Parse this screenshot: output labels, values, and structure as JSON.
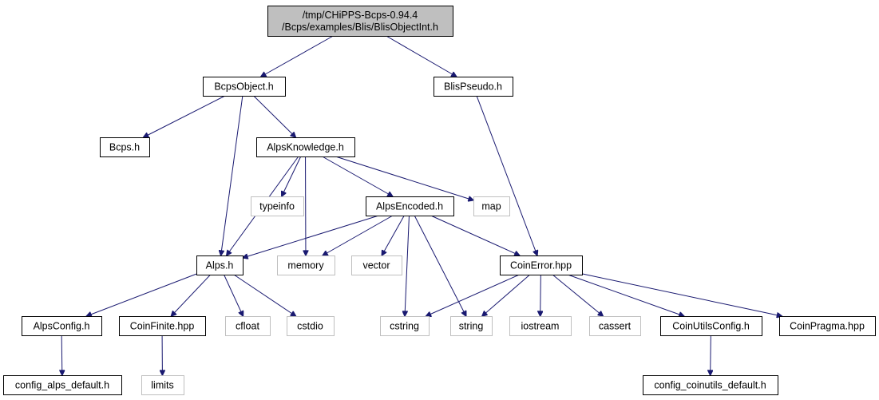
{
  "colors": {
    "edge": "#191970",
    "focus_fill": "#bfbfbf",
    "box_border": "#000000",
    "external_border": "#bfbfbf"
  },
  "nodes": [
    {
      "id": "root",
      "lines": [
        "/tmp/CHiPPS-Bcps-0.94.4",
        "/Bcps/examples/Blis/BlisObjectInt.h"
      ],
      "style": "focus"
    },
    {
      "id": "bcpsobject",
      "lines": [
        "BcpsObject.h"
      ],
      "style": "normal"
    },
    {
      "id": "blispseudo",
      "lines": [
        "BlisPseudo.h"
      ],
      "style": "normal"
    },
    {
      "id": "bcps",
      "lines": [
        "Bcps.h"
      ],
      "style": "normal"
    },
    {
      "id": "alpsknowledge",
      "lines": [
        "AlpsKnowledge.h"
      ],
      "style": "normal"
    },
    {
      "id": "typeinfo",
      "lines": [
        "typeinfo"
      ],
      "style": "external"
    },
    {
      "id": "alpsencoded",
      "lines": [
        "AlpsEncoded.h"
      ],
      "style": "normal"
    },
    {
      "id": "map",
      "lines": [
        "map"
      ],
      "style": "external"
    },
    {
      "id": "alps",
      "lines": [
        "Alps.h"
      ],
      "style": "normal"
    },
    {
      "id": "memory",
      "lines": [
        "memory"
      ],
      "style": "external"
    },
    {
      "id": "vector",
      "lines": [
        "vector"
      ],
      "style": "external"
    },
    {
      "id": "coinerror",
      "lines": [
        "CoinError.hpp"
      ],
      "style": "normal"
    },
    {
      "id": "alpsconfig",
      "lines": [
        "AlpsConfig.h"
      ],
      "style": "normal"
    },
    {
      "id": "coinfinite",
      "lines": [
        "CoinFinite.hpp"
      ],
      "style": "normal"
    },
    {
      "id": "cfloat",
      "lines": [
        "cfloat"
      ],
      "style": "external"
    },
    {
      "id": "cstdio",
      "lines": [
        "cstdio"
      ],
      "style": "external"
    },
    {
      "id": "cstring",
      "lines": [
        "cstring"
      ],
      "style": "external"
    },
    {
      "id": "string",
      "lines": [
        "string"
      ],
      "style": "external"
    },
    {
      "id": "iostream",
      "lines": [
        "iostream"
      ],
      "style": "external"
    },
    {
      "id": "cassert",
      "lines": [
        "cassert"
      ],
      "style": "external"
    },
    {
      "id": "coinutilsconfig",
      "lines": [
        "CoinUtilsConfig.h"
      ],
      "style": "normal"
    },
    {
      "id": "coinpragma",
      "lines": [
        "CoinPragma.hpp"
      ],
      "style": "normal"
    },
    {
      "id": "config_alps_default",
      "lines": [
        "config_alps_default.h"
      ],
      "style": "normal"
    },
    {
      "id": "limits",
      "lines": [
        "limits"
      ],
      "style": "external"
    },
    {
      "id": "config_coinutils_default",
      "lines": [
        "config_coinutils_default.h"
      ],
      "style": "normal"
    }
  ],
  "edges": [
    {
      "from": "root",
      "to": "bcpsobject"
    },
    {
      "from": "root",
      "to": "blispseudo"
    },
    {
      "from": "bcpsobject",
      "to": "bcps"
    },
    {
      "from": "bcpsobject",
      "to": "alpsknowledge"
    },
    {
      "from": "bcpsobject",
      "to": "alps"
    },
    {
      "from": "blispseudo",
      "to": "coinerror"
    },
    {
      "from": "alpsknowledge",
      "to": "alps"
    },
    {
      "from": "alpsknowledge",
      "to": "typeinfo"
    },
    {
      "from": "alpsknowledge",
      "to": "memory"
    },
    {
      "from": "alpsknowledge",
      "to": "alpsencoded"
    },
    {
      "from": "alpsknowledge",
      "to": "map"
    },
    {
      "from": "alpsencoded",
      "to": "alps"
    },
    {
      "from": "alpsencoded",
      "to": "memory"
    },
    {
      "from": "alpsencoded",
      "to": "vector"
    },
    {
      "from": "alpsencoded",
      "to": "cstring"
    },
    {
      "from": "alpsencoded",
      "to": "string"
    },
    {
      "from": "alpsencoded",
      "to": "coinerror"
    },
    {
      "from": "alps",
      "to": "alpsconfig"
    },
    {
      "from": "alps",
      "to": "coinfinite"
    },
    {
      "from": "alps",
      "to": "cfloat"
    },
    {
      "from": "alps",
      "to": "cstdio"
    },
    {
      "from": "coinerror",
      "to": "cstring"
    },
    {
      "from": "coinerror",
      "to": "string"
    },
    {
      "from": "coinerror",
      "to": "iostream"
    },
    {
      "from": "coinerror",
      "to": "cassert"
    },
    {
      "from": "coinerror",
      "to": "coinutilsconfig"
    },
    {
      "from": "coinerror",
      "to": "coinpragma"
    },
    {
      "from": "alpsconfig",
      "to": "config_alps_default"
    },
    {
      "from": "coinfinite",
      "to": "limits"
    },
    {
      "from": "coinutilsconfig",
      "to": "config_coinutils_default"
    }
  ]
}
